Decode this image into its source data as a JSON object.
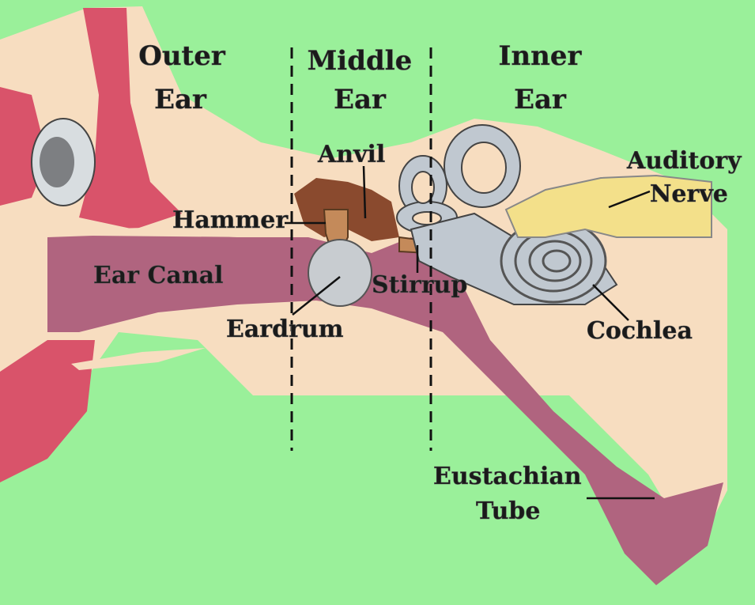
{
  "regions": {
    "outer_line1": "Outer",
    "outer_line2": "Ear",
    "middle_line1": "Middle",
    "middle_line2": "Ear",
    "inner_line1": "Inner",
    "inner_line2": "Ear"
  },
  "parts": {
    "anvil": "Anvil",
    "hammer": "Hammer",
    "auditory_line1": "Auditory",
    "auditory_line2": "Nerve",
    "ear_canal": "Ear Canal",
    "stirrup": "Stirrup",
    "eardrum": "Eardrum",
    "cochlea": "Cochlea",
    "eustachian_line1": "Eustachian",
    "eustachian_line2": "Tube"
  },
  "colors": {
    "background": "#9af09a",
    "skin": "#f7ddc0",
    "tissue_red": "#d9536a",
    "canal": "#b0647f",
    "bone_brown": "#8a4a2e",
    "ossicle": "#c48a5a",
    "inner_gray": "#c0c8d0",
    "nerve_yellow": "#f3e08a"
  }
}
